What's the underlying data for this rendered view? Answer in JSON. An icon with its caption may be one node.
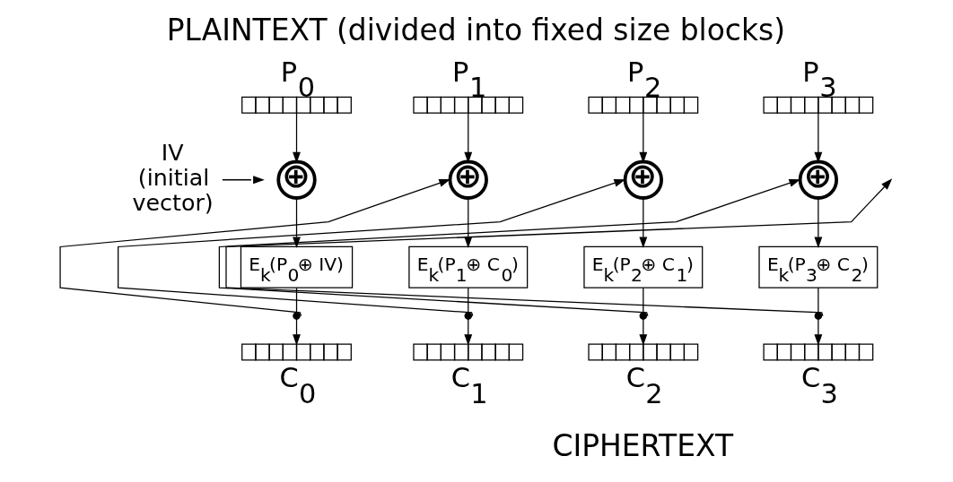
{
  "diagram": {
    "title": "PLAINTEXT (divided into fixed size blocks)",
    "caption": "CIPHERTEXT",
    "nodes": [
      {
        "text": [
          "IV (initial vector)"
        ]
      },
      {
        "text": [],
        "shape": "bar",
        "beside": [
          "P$_{0}$"
        ]
      },
      {
        "text": [
          "⊕"
        ]
      },
      {
        "text": [
          "E$_{k}$(P$_{0}$⊕ IV)"
        ]
      },
      {
        "text": [],
        "shape": "dot"
      },
      {
        "text": [],
        "shape": "bar",
        "beside": [
          "C$_{0}$"
        ]
      },
      {
        "text": [],
        "shape": "bar",
        "beside": [
          "P$_{1}$"
        ]
      },
      {
        "text": [
          "⊕"
        ]
      },
      {
        "text": [
          "E$_{k}$(P$_{1}$⊕ C$_{0}$)"
        ]
      },
      {
        "text": [],
        "shape": "dot"
      },
      {
        "text": [],
        "shape": "bar",
        "beside": [
          "C$_{1}$"
        ]
      },
      {
        "text": [],
        "shape": "bar",
        "beside": [
          "P$_{2}$"
        ]
      },
      {
        "text": [
          "⊕"
        ]
      },
      {
        "text": [
          "E$_{k}$(P$_{2}$⊕ C$_{1}$)"
        ]
      },
      {
        "text": [],
        "shape": "dot"
      },
      {
        "text": [],
        "shape": "bar",
        "beside": [
          "C$_{2}$"
        ]
      },
      {
        "text": [],
        "shape": "bar",
        "beside": [
          "P$_{3}$"
        ]
      },
      {
        "text": [
          "⊕"
        ]
      },
      {
        "text": [
          "E$_{k}$(P$_{3}$⊕ C$_{2}$)"
        ]
      },
      {
        "text": [],
        "shape": "dot"
      },
      {
        "text": [],
        "shape": "bar",
        "beside": [
          "C$_{3}$"
        ]
      }
    ],
    "edges": [
      {
        "from": 0,
        "to": 2,
        "arrow": "to"
      },
      {
        "from": 1,
        "to": 2,
        "arrow": "to"
      },
      {
        "from": 2,
        "to": 3,
        "arrow": "to"
      },
      {
        "from": 3,
        "to": 4,
        "arrow": "none"
      },
      {
        "from": 4,
        "to": 5,
        "arrow": "to"
      },
      {
        "from": 4,
        "to": 7,
        "arrow": "to"
      },
      {
        "from": 6,
        "to": 7,
        "arrow": "to"
      },
      {
        "from": 7,
        "to": 8,
        "arrow": "to"
      },
      {
        "from": 8,
        "to": 9,
        "arrow": "none"
      },
      {
        "from": 9,
        "to": 10,
        "arrow": "to"
      },
      {
        "from": 9,
        "to": 12,
        "arrow": "to"
      },
      {
        "from": 11,
        "to": 12,
        "arrow": "to"
      },
      {
        "from": 12,
        "to": 13,
        "arrow": "to"
      },
      {
        "from": 13,
        "to": 14,
        "arrow": "none"
      },
      {
        "from": 14,
        "to": 15,
        "arrow": "to"
      },
      {
        "from": 14,
        "to": 17,
        "arrow": "to"
      },
      {
        "from": 16,
        "to": 17,
        "arrow": "to"
      },
      {
        "from": 17,
        "to": 18,
        "arrow": "to"
      },
      {
        "from": 18,
        "to": 19,
        "arrow": "none"
      },
      {
        "from": 19,
        "to": 20,
        "arrow": "to"
      },
      {
        "from": 19,
        "to": null,
        "arrow": "to"
      }
    ]
  }
}
